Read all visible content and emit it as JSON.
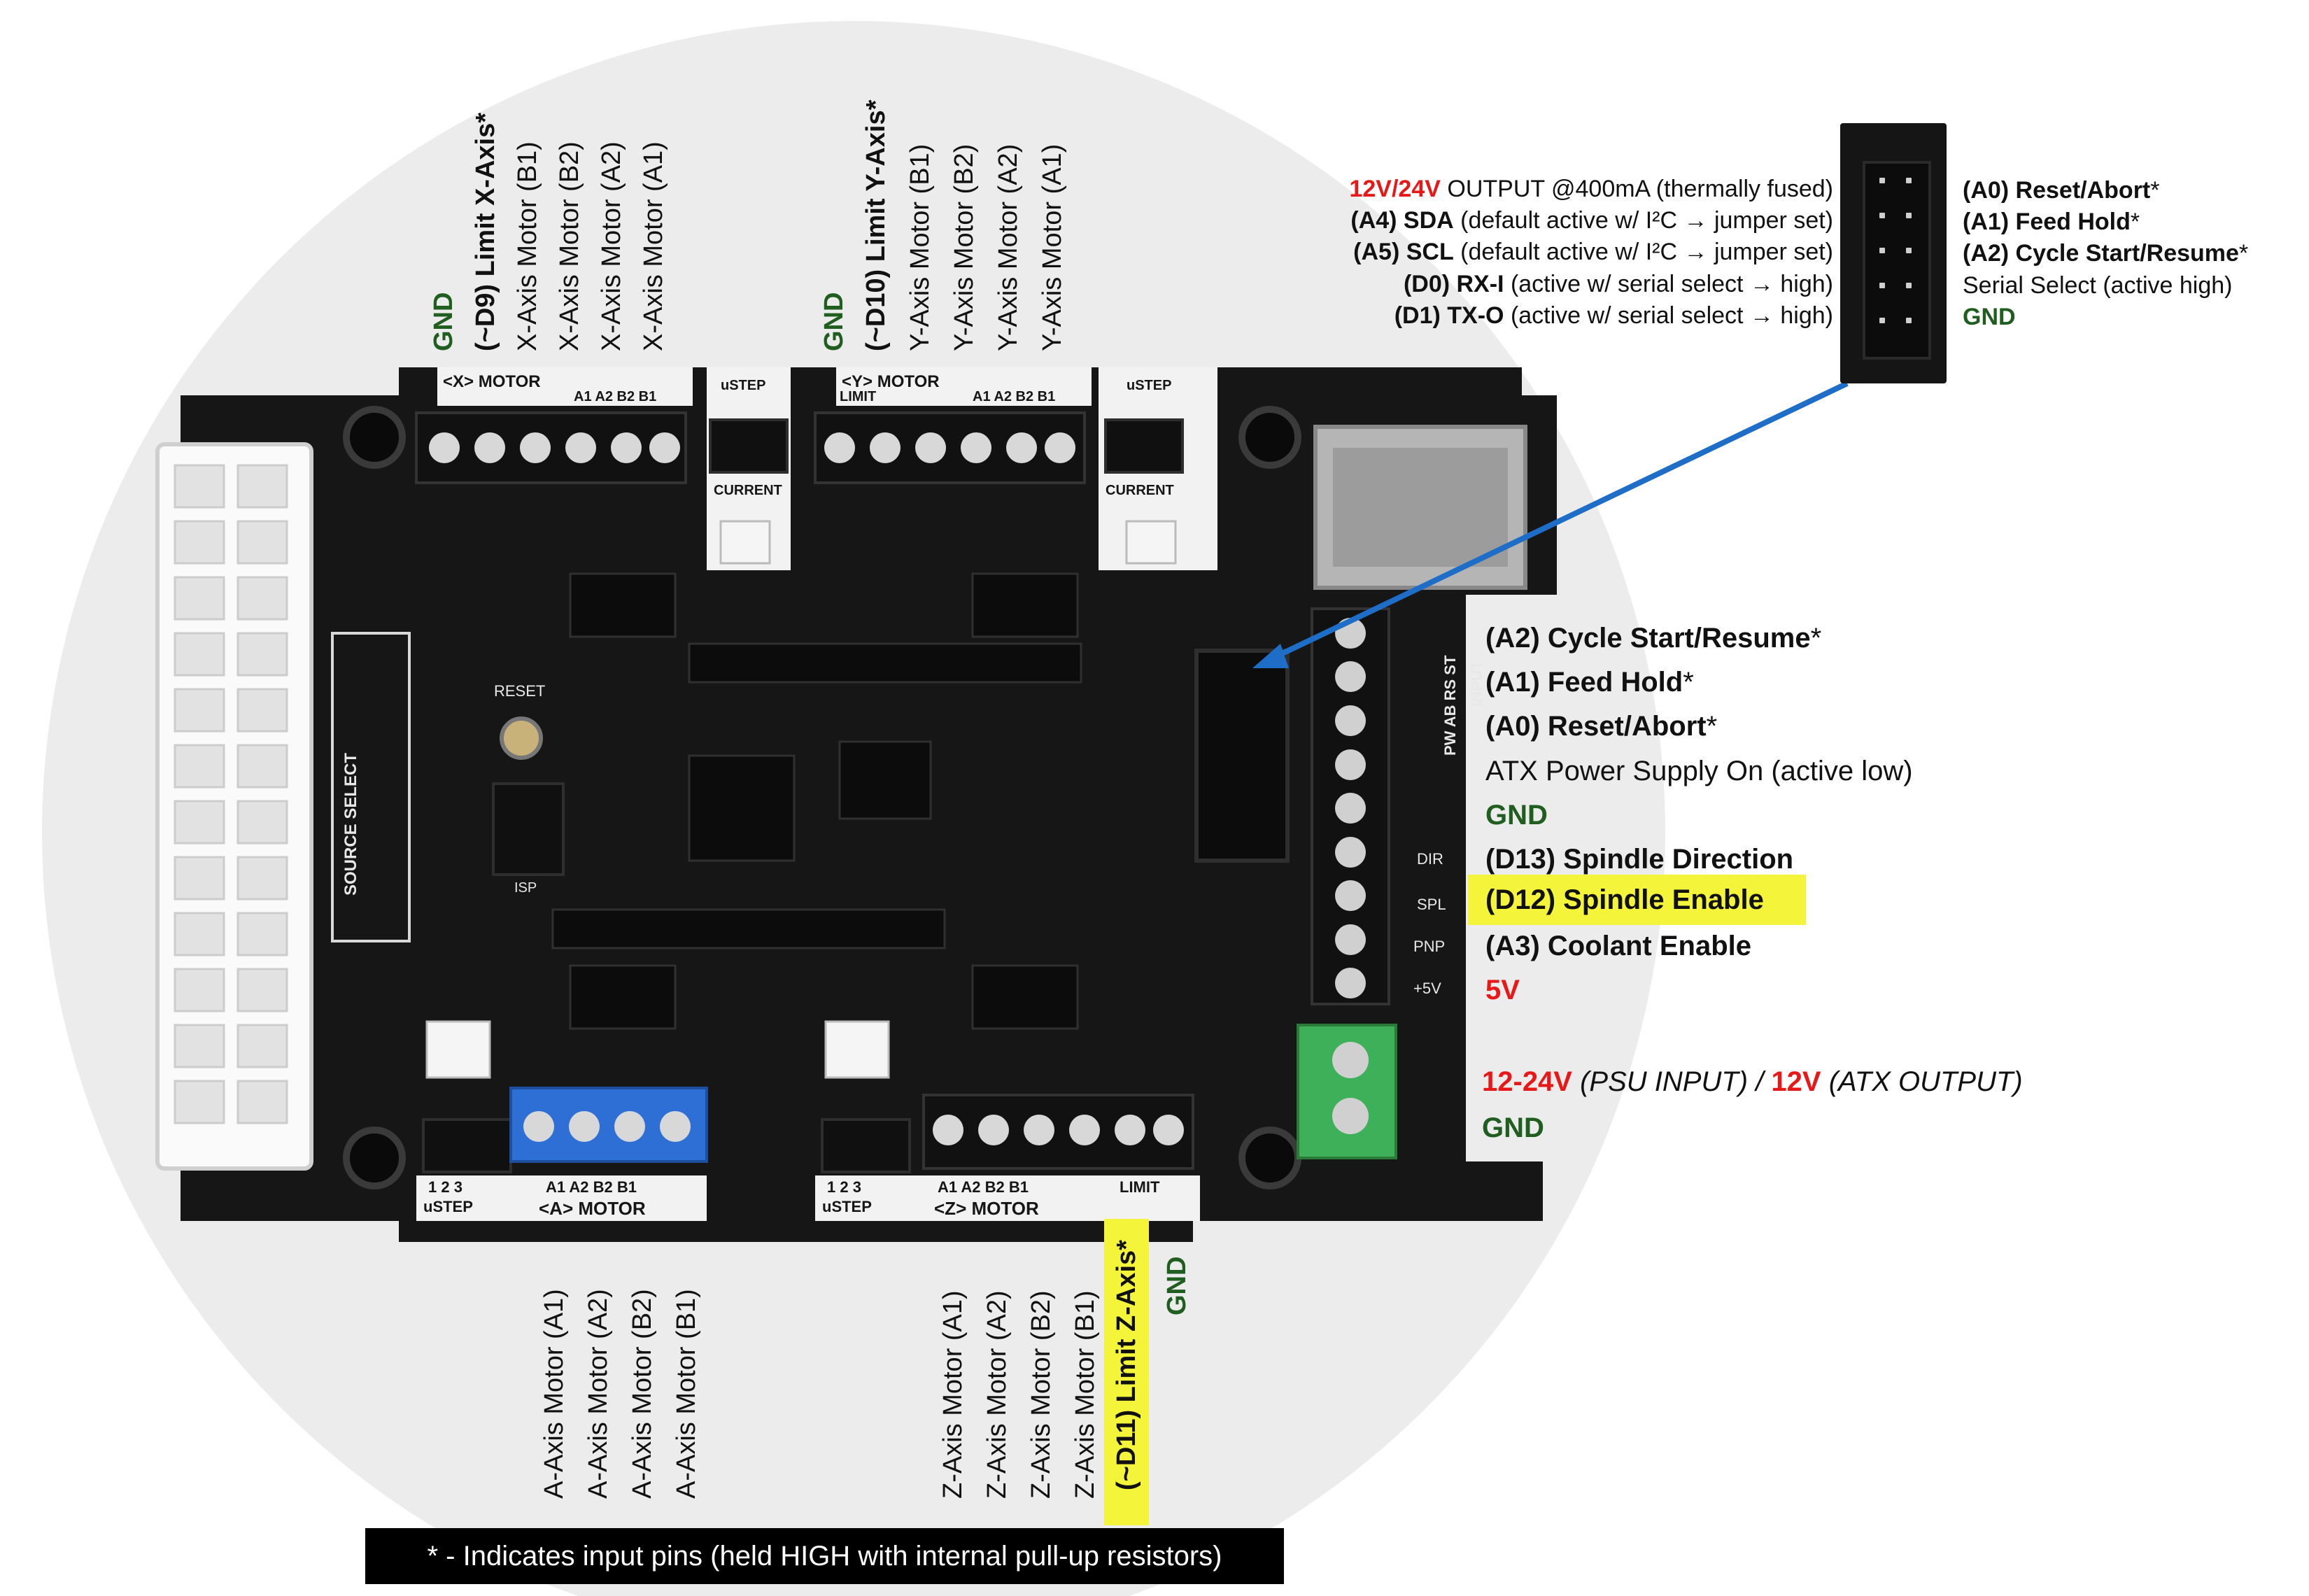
{
  "colors": {
    "red": "#e81818",
    "green": "#1f5e1f",
    "highlight": "#f4f43a",
    "arrow": "#1e6ec8",
    "pcb": "#161616"
  },
  "top_x": {
    "gnd": "GND",
    "limit": "(~D9) Limit X-Axis*",
    "b1": "X-Axis Motor (B1)",
    "b2": "X-Axis Motor (B2)",
    "a2": "X-Axis Motor (A2)",
    "a1": "X-Axis Motor (A1)"
  },
  "top_y": {
    "gnd": "GND",
    "limit": "(~D10) Limit Y-Axis*",
    "b1": "Y-Axis Motor (B1)",
    "b2": "Y-Axis Motor (B2)",
    "a2": "Y-Axis Motor (A2)",
    "a1": "Y-Axis Motor (A1)"
  },
  "header_left": [
    {
      "pre_red": "12V/24V",
      "bold": "",
      "rest": " OUTPUT @400mA (thermally fused)"
    },
    {
      "pre_red": "",
      "bold": "(A4) SDA",
      "rest": " (default active w/ I²C → jumper set)"
    },
    {
      "pre_red": "",
      "bold": "(A5) SCL",
      "rest": " (default active w/ I²C → jumper set)"
    },
    {
      "pre_red": "",
      "bold": "(D0) RX-I",
      "rest": " (active w/ serial select → high)"
    },
    {
      "pre_red": "",
      "bold": "(D1) TX-O",
      "rest": " (active w/ serial select → high)"
    }
  ],
  "header_right": {
    "r1": "(A0) Reset/Abort",
    "r1s": "*",
    "r2": "(A1) Feed Hold",
    "r2s": "*",
    "r3": "(A2) Cycle Start/Resume",
    "r3s": "*",
    "r4": "Serial Select (active high)",
    "r5": "GND"
  },
  "input_labels": {
    "l1": "(A2) Cycle Start/Resume",
    "l1s": "*",
    "l2": "(A1) Feed Hold",
    "l2s": "*",
    "l3": "(A0) Reset/Abort",
    "l3s": "*",
    "l4": "ATX Power Supply On (active low)",
    "l5": "GND",
    "l6": "(D13) Spindle Direction",
    "l7": "(D12) Spindle Enable",
    "l8": "(A3) Coolant Enable",
    "l9": "5V"
  },
  "power": {
    "v1": "12-24V",
    "t1": " (PSU INPUT) / ",
    "v2": "12V",
    "t2": " (ATX OUTPUT)",
    "gnd": "GND"
  },
  "bottom_a": {
    "a1": "A-Axis Motor (A1)",
    "a2": "A-Axis Motor (A2)",
    "b2": "A-Axis Motor (B2)",
    "b1": "A-Axis Motor (B1)"
  },
  "bottom_z": {
    "a1": "Z-Axis Motor (A1)",
    "a2": "Z-Axis Motor (A2)",
    "b2": "Z-Axis Motor (B2)",
    "b1": "Z-Axis Motor (B1)",
    "limit": "(~D11) Limit Z-Axis*",
    "gnd": "GND"
  },
  "silk": {
    "x_motor": "<X> MOTOR",
    "x_pins": "A1 A2 B2 B1",
    "limit": "LIMIT",
    "y_motor": "<Y> MOTOR",
    "y_pins": "A1 A2 B2 B1",
    "ustep": "uSTEP",
    "current": "CURRENT",
    "steps": "1 2 3",
    "a_motor": "<A> MOTOR",
    "z_motor": "<Z> MOTOR",
    "bottom_pins": "A1 A2 B2 B1",
    "reset": "RESET",
    "isp": "ISP",
    "source_select": "SOURCE SELECT",
    "input": "INPUT",
    "input_pins": "PW AB RS ST",
    "dir": "DIR",
    "sp": "SPL",
    "pnp": "PNP",
    "plus5v": "+5V"
  },
  "footnote": "* - Indicates input pins (held HIGH with internal pull-up resistors)"
}
